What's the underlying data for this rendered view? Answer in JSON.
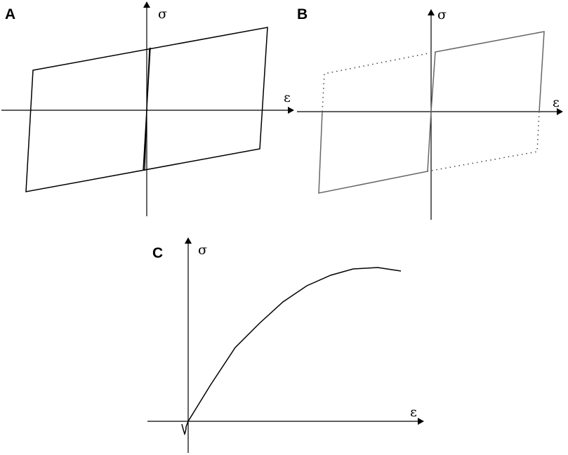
{
  "panels": [
    {
      "id": "A",
      "label": "A",
      "y_axis_label": "σ",
      "x_axis_label": "ε",
      "description": "hysteresis loop, solid outline with thin elastic loading line"
    },
    {
      "id": "B",
      "label": "B",
      "y_axis_label": "σ",
      "x_axis_label": "ε",
      "description": "hysteresis loop, solid on diagonal quadrants, dotted on the others"
    },
    {
      "id": "C",
      "label": "C",
      "y_axis_label": "σ",
      "x_axis_label": "ε",
      "description": "concave stress-strain curve with small initial dip"
    }
  ],
  "colors": {
    "axis": "#000000",
    "curve_a": "#000000",
    "curve_b": "#666666",
    "curve_c": "#000000"
  }
}
